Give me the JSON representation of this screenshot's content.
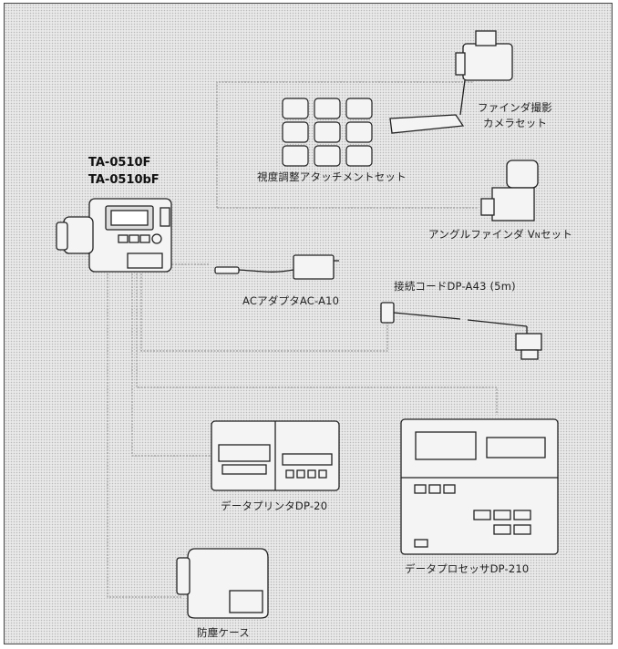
{
  "main_unit": {
    "model_1": "TA-0510F",
    "model_2": "TA-0510bF"
  },
  "labels": {
    "finder_camera_1": "ファインダ撮影",
    "finder_camera_2": "カメラセット",
    "diopter_set": "視度調整アタッチメントセット",
    "angle_finder_prefix": "アングルファインダ V",
    "angle_finder_sub": "N",
    "angle_finder_suffix": "セット",
    "ac_adapter": "ACアダプタAC-A10",
    "cord": "接続コードDP-A43 (5m)",
    "printer": "データプリンタDP-20",
    "processor": "データプロセッサDP-210",
    "case": "防塵ケース"
  }
}
